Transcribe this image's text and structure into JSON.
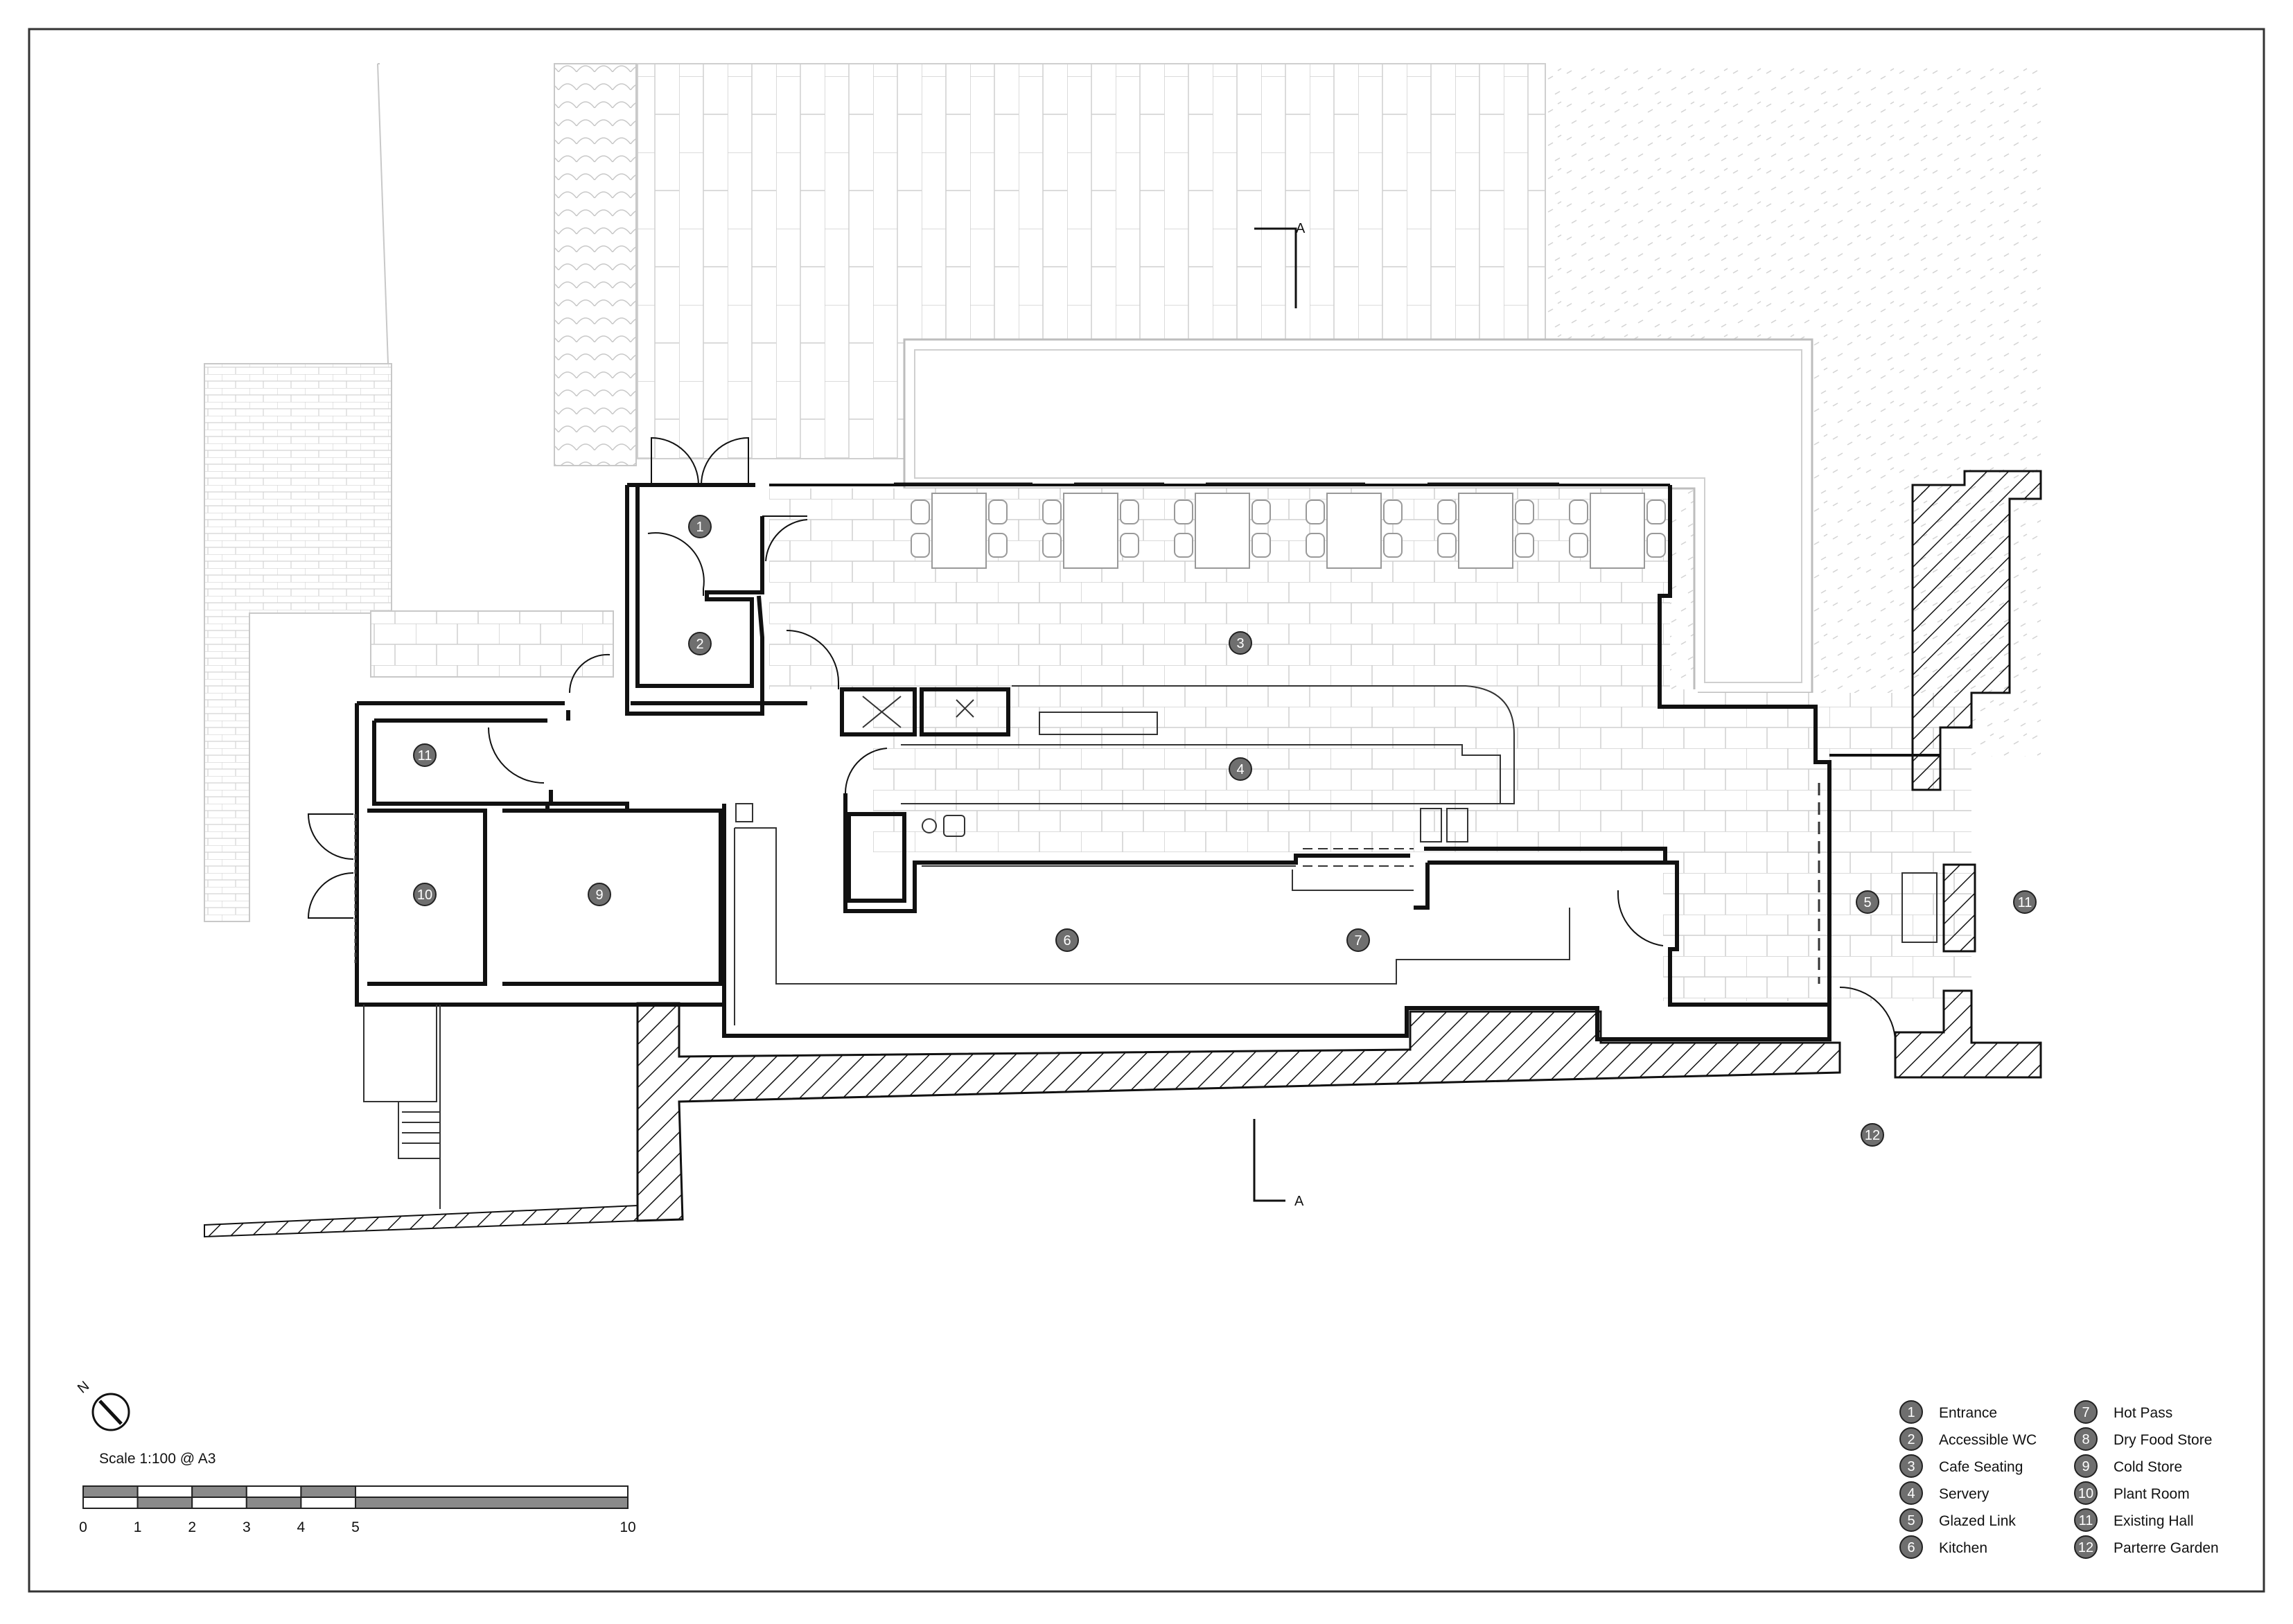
{
  "section_label": "A",
  "north_label": "N",
  "scale_text": "Scale 1:100 @ A3",
  "scale_ticks": [
    "0",
    "1",
    "2",
    "3",
    "4",
    "5",
    "10"
  ],
  "room_markers": [
    "1",
    "2",
    "3",
    "4",
    "5",
    "6",
    "7",
    "9",
    "10",
    "11",
    "11",
    "12"
  ],
  "legend": [
    {
      "num": "1",
      "label": "Entrance"
    },
    {
      "num": "2",
      "label": "Accessible WC"
    },
    {
      "num": "3",
      "label": "Cafe Seating"
    },
    {
      "num": "4",
      "label": "Servery"
    },
    {
      "num": "5",
      "label": "Glazed Link"
    },
    {
      "num": "6",
      "label": "Kitchen"
    },
    {
      "num": "7",
      "label": "Hot Pass"
    },
    {
      "num": "8",
      "label": "Dry Food Store"
    },
    {
      "num": "9",
      "label": "Cold Store"
    },
    {
      "num": "10",
      "label": "Plant Room"
    },
    {
      "num": "11",
      "label": "Existing Hall"
    },
    {
      "num": "12",
      "label": "Parterre Garden"
    }
  ],
  "colors": {
    "wall": "#111111",
    "context": "#c8c8c8",
    "marker": "#6f6f6f",
    "paper": "#ffffff"
  }
}
